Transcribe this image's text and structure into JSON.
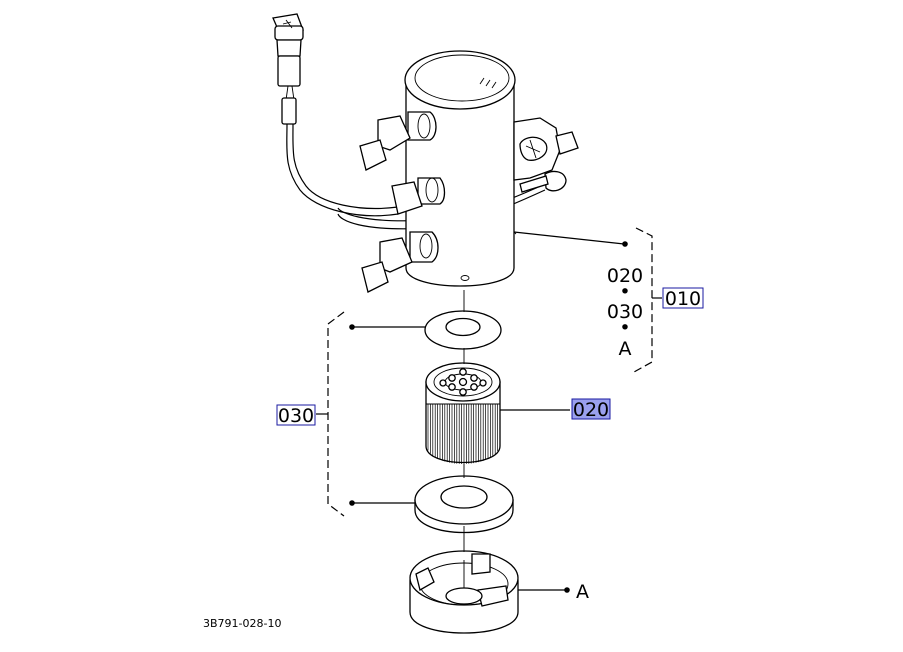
{
  "callouts": {
    "c010": "010",
    "c020": "020",
    "c030": "030"
  },
  "group_010": {
    "line1": "020",
    "dot1": "•",
    "line2": "030",
    "dot2": "•",
    "line3": "A"
  },
  "ref_a": "A",
  "drawing_number": "3B791-028-10",
  "colors": {
    "highlight_fill": "#c8c8ff",
    "highlight_fill_active": "#9aa0ee",
    "highlight_stroke": "#1a1aa0"
  }
}
